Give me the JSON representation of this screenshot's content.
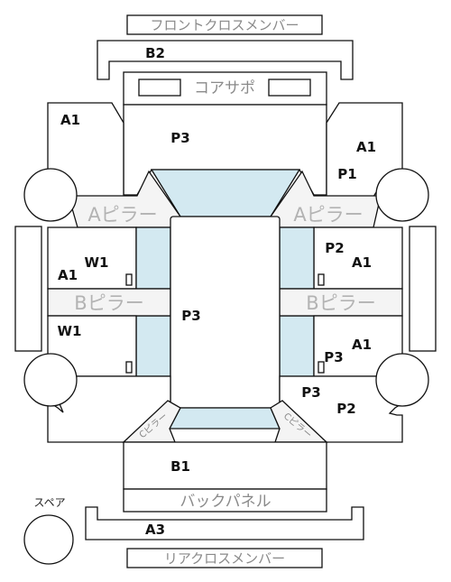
{
  "labels": {
    "front_cross_member": "フロントクロスメンバー",
    "b2": "B2",
    "core_support": "コアサポ",
    "a1_front_left": "A1",
    "p3_top": "P3",
    "a1_front_right": "A1",
    "p1": "P1",
    "a_pillar_left": "Aピラー",
    "a_pillar_right": "Aピラー",
    "p2_right_front_door": "P2",
    "a1_right_front_door": "A1",
    "w1_left_front_door": "W1",
    "a1_left_front_door": "A1",
    "b_pillar_left": "Bピラー",
    "b_pillar_right": "Bピラー",
    "p3_roof": "P3",
    "w1_left_rear_door": "W1",
    "a1_right_rear_door": "A1",
    "p3_right_rear_door": "P3",
    "p3_right_quarter": "P3",
    "p2_right_quarter": "P2",
    "pillar_c_left": "Cピラー",
    "pillar_c_right": "Cピラー",
    "b1": "B1",
    "back_panel": "バックパネル",
    "spare": "スペア",
    "a3": "A3",
    "rear_cross_member": "リアクロスメンバー"
  }
}
